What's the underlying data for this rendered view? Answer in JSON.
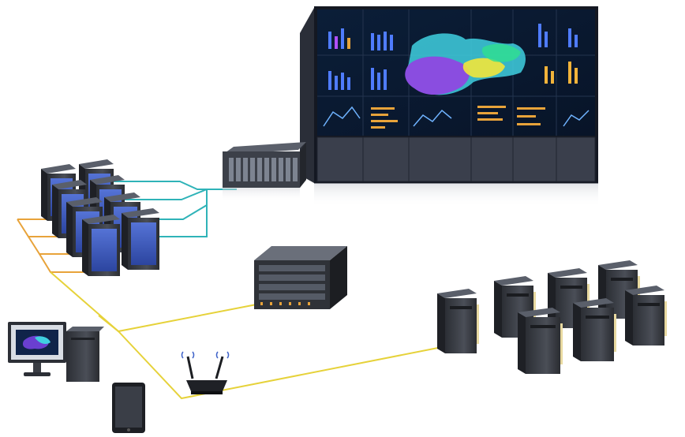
{
  "diagram": {
    "type": "network-topology",
    "colors": {
      "background": "#ffffff",
      "link_video_wall": "#2fb3b8",
      "link_rack_servers": "#e8a33a",
      "link_network": "#e6d23a",
      "server_body": "#3a3d44",
      "server_accent": "#3f63c9",
      "wall_frame": "#1b1f2a",
      "wall_screen": "#0d1a2e",
      "map_purple": "#8a4de0",
      "map_cyan": "#3fd0e0",
      "map_yellow": "#f2e63a"
    },
    "nodes": [
      {
        "id": "video-wall",
        "icon": "video-wall-icon"
      },
      {
        "id": "wall-controller",
        "icon": "controller-chassis-icon"
      },
      {
        "id": "server-cluster",
        "icon": "blue-rack-server-icon",
        "count": 8
      },
      {
        "id": "blade-chassis",
        "icon": "blade-chassis-icon"
      },
      {
        "id": "workstation",
        "icon": "desktop-computer-icon"
      },
      {
        "id": "tablet",
        "icon": "tablet-icon"
      },
      {
        "id": "wifi-router",
        "icon": "wifi-router-icon"
      },
      {
        "id": "tower-server-group",
        "icon": "tower-server-icon",
        "count": 7
      }
    ]
  }
}
